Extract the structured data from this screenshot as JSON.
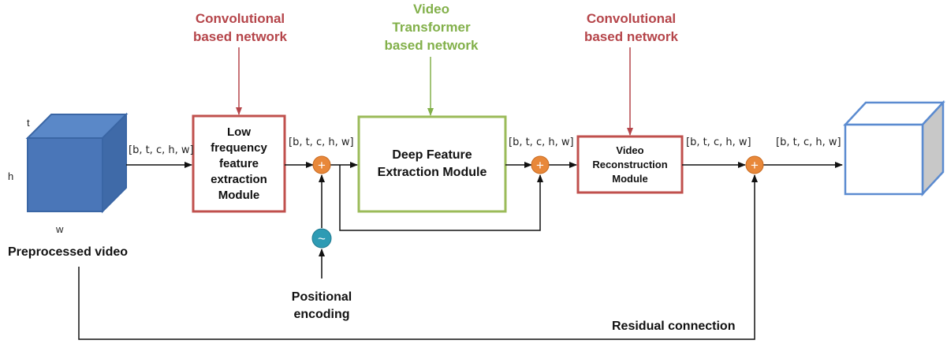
{
  "annotations": {
    "conv_top_left": [
      "Convolutional",
      "based network"
    ],
    "video_transformer": [
      "Video",
      "Transformer",
      "based network"
    ],
    "conv_top_right": [
      "Convolutional",
      "based network"
    ]
  },
  "input": {
    "axis_t": "t",
    "axis_h": "h",
    "axis_w": "w",
    "caption": "Preprocessed video"
  },
  "modules": {
    "low_freq": [
      "Low",
      "frequency",
      "feature",
      "extraction",
      "Module"
    ],
    "deep_feature": [
      "Deep Feature",
      "Extraction Module"
    ],
    "video_recon": [
      "Video",
      "Reconstruction",
      "Module"
    ]
  },
  "shapes": {
    "s1": "[b, t, c, h, w]",
    "s2": "[b, t, c, h, w]",
    "s3": "[b, t, c, h, w]",
    "s4": "[b, t, c, h, w]",
    "s5": "[b, t, c, h, w]"
  },
  "positional_encoding": [
    "Positional",
    "encoding"
  ],
  "residual_label": "Residual connection",
  "symbols": {
    "plus": "+",
    "tilde": "~"
  },
  "colors": {
    "conv_red": "#b5454a",
    "transformer_green": "#82b04a",
    "adder_orange": "#e8883a",
    "pe_teal": "#2e9bb4",
    "cube_blue": "#4a76b8"
  }
}
